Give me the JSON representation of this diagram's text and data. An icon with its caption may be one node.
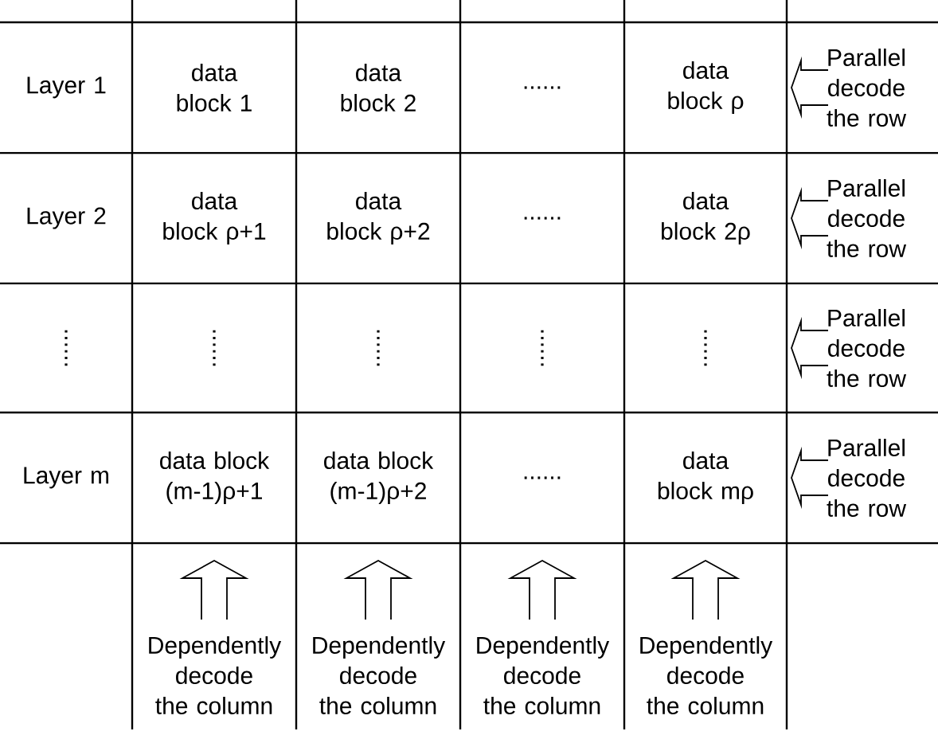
{
  "diagram": {
    "labels": [
      "Layer 1",
      "data block 1",
      "data block 2",
      "......",
      "data block ρ",
      "Parallel decode the row",
      "Layer 2",
      "data block ρ+1",
      "data block ρ+2",
      "......",
      "data block 2ρ",
      "Parallel decode the row",
      "......",
      "......",
      "......",
      "......",
      "......",
      "Parallel decode the row",
      "Layer m",
      "data block (m-1)ρ+1",
      "data block (m-1)ρ+2",
      "......",
      "data block mρ",
      "Parallel decode the row",
      "Dependently decode the column",
      "Dependently decode the column",
      "Dependently decode the column",
      "Dependently decode the column"
    ]
  }
}
